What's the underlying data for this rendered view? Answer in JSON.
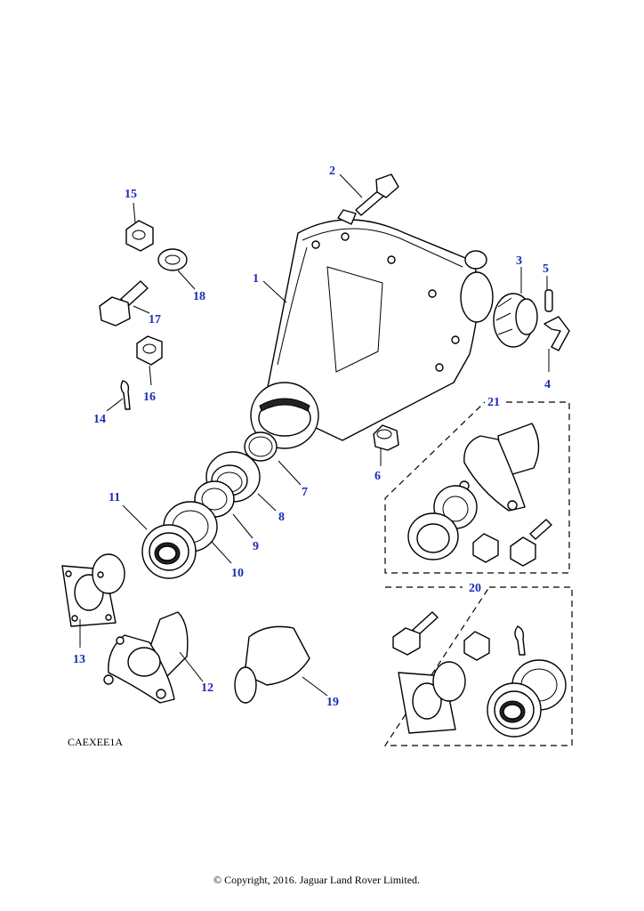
{
  "diagram": {
    "reference_code": "CAEXEE1A",
    "copyright": "© Copyright, 2016. Jaguar Land Rover Limited.",
    "callouts": [
      "1",
      "2",
      "3",
      "4",
      "5",
      "6",
      "7",
      "8",
      "9",
      "10",
      "11",
      "12",
      "13",
      "14",
      "15",
      "16",
      "17",
      "18",
      "19",
      "20",
      "21"
    ],
    "colors": {
      "callout": "#1a2bb8",
      "line": "#000000",
      "background": "#ffffff"
    }
  }
}
